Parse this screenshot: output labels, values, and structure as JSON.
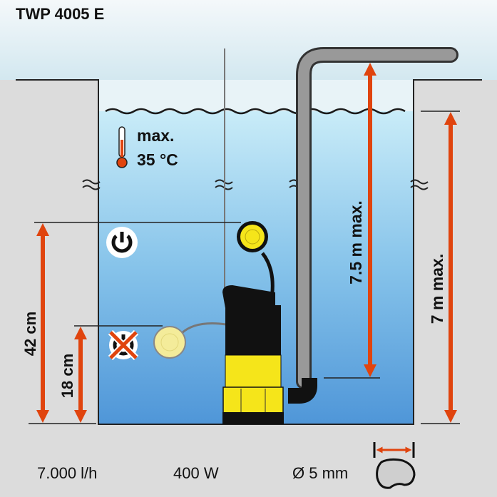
{
  "title": "TWP 4005 E",
  "temperature": {
    "line1": "max.",
    "line2": "35 °C"
  },
  "dimensions": {
    "switch_on_height": "42 cm",
    "switch_off_height": "18 cm",
    "delivery_head": "7.5 m max.",
    "immersion_depth": "7 m max."
  },
  "specs": {
    "flow_rate": "7.000 l/h",
    "power": "400 W",
    "particle_size": "Ø 5 mm"
  },
  "colors": {
    "arrow": "#e0440e",
    "pump_yellow": "#f5e51a",
    "water_top": "#c9ecf8",
    "water_bottom": "#4f96d8"
  }
}
